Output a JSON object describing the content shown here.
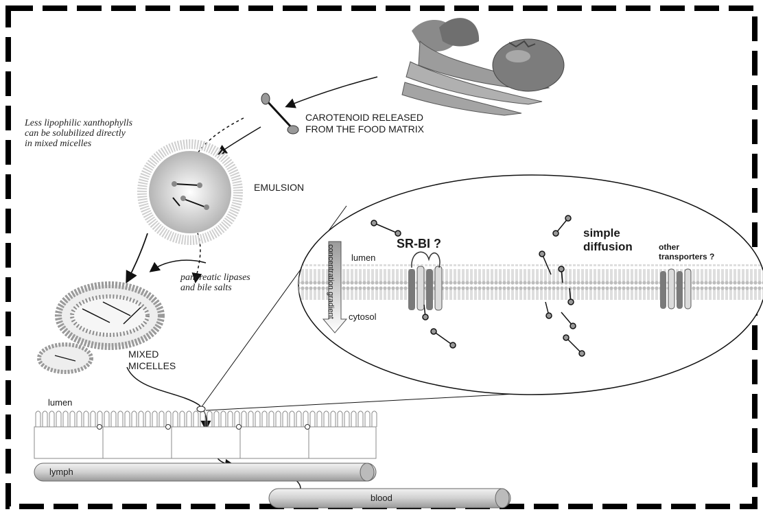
{
  "labels": {
    "carotenoid_released": [
      "CAROTENOID RELEASED",
      "FROM THE FOOD MATRIX"
    ],
    "xanthophylls_note": [
      "Less lipophilic xanthophylls",
      "can be solubilized directly",
      "in mixed micelles"
    ],
    "emulsion": "EMULSION",
    "pancreatic": [
      "pancreatic lipases",
      "and bile salts"
    ],
    "mixed_micelles": [
      "MIXED",
      "MICELLES"
    ],
    "sr_bi": "SR-BI ?",
    "simple_diffusion": [
      "simple",
      "diffusion"
    ],
    "other_transporters": [
      "other",
      "transporters ?"
    ],
    "lumen_inset": "lumen",
    "cytosol": "cytosol",
    "concentration_gradient": "concentration gradient",
    "lumen_bottom": "lumen",
    "lymph": "lymph",
    "blood": "blood"
  },
  "colors": {
    "frame": "#000000",
    "membrane": "#c8c8c8",
    "protein_dark": "#6e6e6e",
    "protein_light": "#d9d9d9",
    "tube": "#cfcfcf"
  },
  "icons": [
    "vegetables-illustration",
    "carotenoid-molecule-icon",
    "emulsion-droplet-icon",
    "mixed-micelle-icon",
    "transporter-protein-icon"
  ]
}
